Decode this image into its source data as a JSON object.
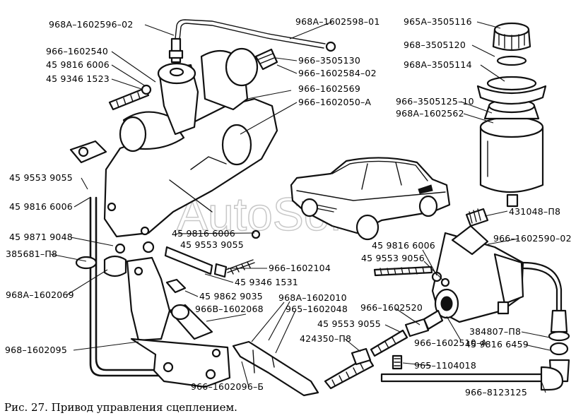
{
  "caption": "Рис. 27. Привод управления сцеплением.",
  "watermark": "AutoSoft",
  "labels": [
    "968А–1602596–02",
    "968А–1602598–01",
    "965А–3505116",
    "968–3505120",
    "968А–3505114",
    "966–1602540",
    "45 9816 6006",
    "45 9346 1523",
    "966–3505130",
    "966–1602584–02",
    "966–1602569",
    "966–3505125–10",
    "968А–1602562",
    "966–1602050–А",
    "45 9553 9055",
    "45 9816 6006",
    "45 9871 9048",
    "45 9816 6006",
    "45 9553 9055",
    "385681–П8",
    "968А–1602069",
    "966–1602104",
    "45 9346 1531",
    "45 9862 9035",
    "968А–1602010",
    "966В–1602068",
    "965–1602048",
    "431048–П8",
    "966–1602590–02",
    "45 9816 6006",
    "45 9553 9056",
    "966–1602520",
    "45 9553 9055",
    "424350–П8",
    "966–1602510–А",
    "384807–П8",
    "45 9816 6459",
    "965–1104018",
    "968–1602095",
    "966–1602096–Б",
    "966–8123125"
  ]
}
